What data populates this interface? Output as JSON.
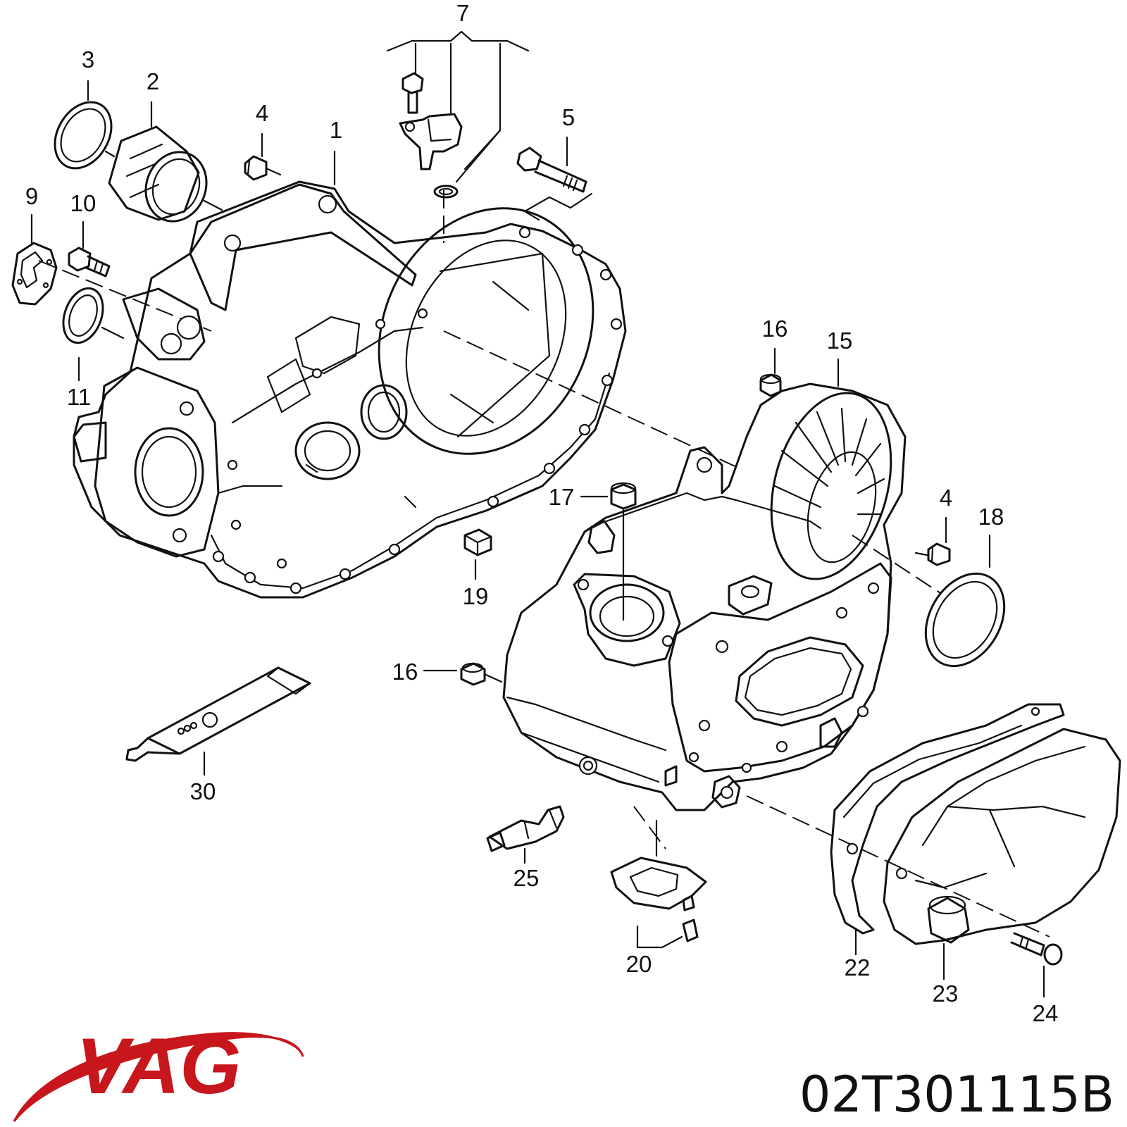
{
  "brand": {
    "name": "VAG",
    "color": "#c8161d"
  },
  "part_number": "02T301115B",
  "callouts": [
    "7",
    "3",
    "2",
    "4",
    "1",
    "5",
    "9",
    "10",
    "11",
    "16",
    "15",
    "17",
    "4",
    "18",
    "19",
    "16",
    "30",
    "25",
    "20",
    "22",
    "23",
    "24"
  ]
}
